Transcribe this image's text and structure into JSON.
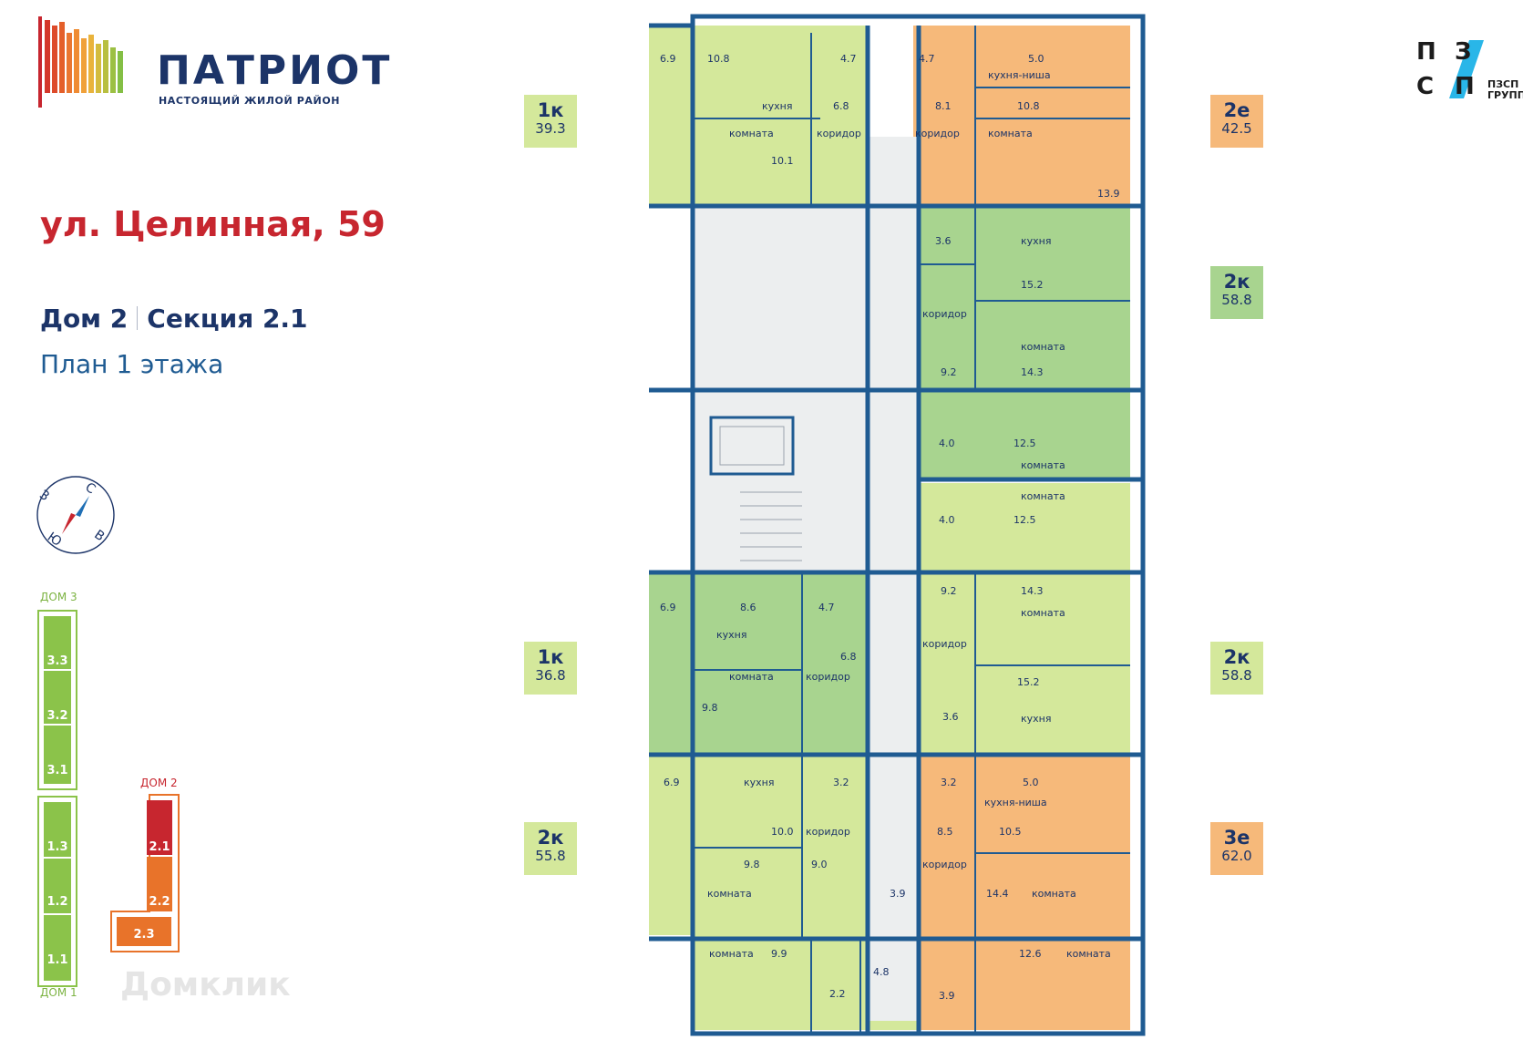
{
  "brand": {
    "name": "ПАТРИОТ",
    "tagline": "НАСТОЯЩИЙ ЖИЛОЙ РАЙОН"
  },
  "header": {
    "street": "ул. Целинная, 59",
    "house": "Дом 2",
    "section": "Секция 2.1",
    "floor_plan": "План 1 этажа"
  },
  "developer_logo": {
    "letters": [
      "П",
      "З",
      "С",
      "П"
    ],
    "text": [
      "ПЗСП",
      "ГРУПП"
    ]
  },
  "compass": {
    "north": "С",
    "south": "Ю",
    "east": "В",
    "west": "З"
  },
  "apartments": [
    {
      "type": "1к",
      "area": "39.3",
      "color": "#d4e89b"
    },
    {
      "type": "1к",
      "area": "36.8",
      "color": "#d4e89b"
    },
    {
      "type": "2к",
      "area": "55.8",
      "color": "#d4e89b"
    },
    {
      "type": "2е",
      "area": "42.5",
      "color": "#f6b97a"
    },
    {
      "type": "2к",
      "area": "58.8",
      "color": "#a8d48f"
    },
    {
      "type": "2к",
      "area": "58.8",
      "color": "#d4e89b"
    },
    {
      "type": "3е",
      "area": "62.0",
      "color": "#f6b97a"
    }
  ],
  "room_labels": {
    "kitchen": "кухня",
    "room": "комната",
    "corridor": "коридор",
    "kitchen_niche": "кухня-ниша"
  },
  "plan_areas": {
    "a1": {
      "balcony": "6.9",
      "kitchen": "10.8",
      "bath": "4.7",
      "corridor": "6.8",
      "room": "10.1"
    },
    "b1": {
      "bath": "4.7",
      "niche": "5.0",
      "corridor": "8.1",
      "living": "10.8",
      "room": "13.9"
    },
    "b2": {
      "bath": "3.6",
      "kitchen": "15.2",
      "corridor": "9.2",
      "room": "14.3",
      "room2": "12.5",
      "bath2": "4.0"
    },
    "b3": {
      "bath": "4.0",
      "room": "12.5",
      "corridor": "9.2",
      "room2": "14.3",
      "kitchen": "15.2",
      "bath2": "3.6"
    },
    "a2": {
      "balcony": "6.9",
      "kitchen": "8.6",
      "bath": "4.7",
      "corridor": "6.8",
      "room": "9.8"
    },
    "a3": {
      "balcony": "6.9",
      "wc": "3.2",
      "kitchen": "10.0",
      "corridor": "9.0",
      "room": "9.8",
      "room2": "9.9",
      "bath": "4.8",
      "wc2": "2.2",
      "storage": "3.9"
    },
    "b4": {
      "wc": "3.2",
      "niche": "5.0",
      "corridor": "8.5",
      "living": "10.5",
      "room": "14.4",
      "room2": "12.6",
      "bath": "3.9"
    }
  },
  "site_map": {
    "title_3": "ДОМ 3",
    "title_2": "ДОМ 2",
    "title_1": "ДОМ 1",
    "house3_sections": [
      "3.3",
      "3.2",
      "3.1"
    ],
    "house1_sections": [
      "1.3",
      "1.2",
      "1.1"
    ],
    "house2_sections": [
      "2.1",
      "2.2",
      "2.3"
    ]
  },
  "watermark": "Домклик"
}
